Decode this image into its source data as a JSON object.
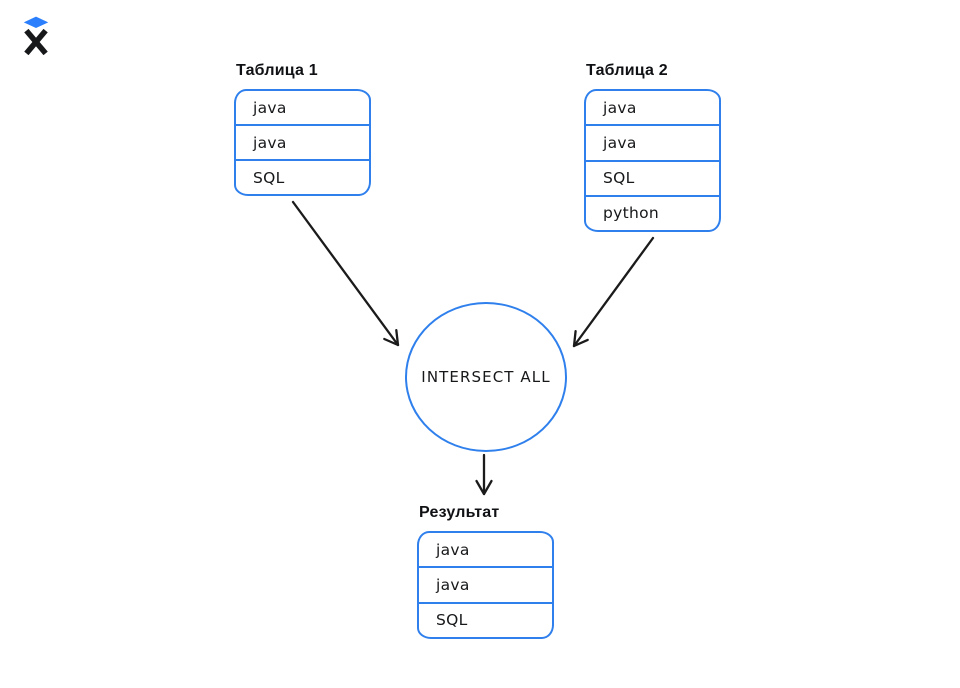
{
  "logo": {
    "letter": "X",
    "diamond_color": "#2b7ffd",
    "x_color": "#17181a"
  },
  "colors": {
    "stroke": "#2f80ed",
    "arrow": "#1b1b1b",
    "title_text": "#101114",
    "row_text": "#17181a",
    "bg": "#ffffff"
  },
  "diagram": {
    "operator": {
      "label": "INTERSECT ALL"
    },
    "tables": [
      {
        "title": "Таблица 1",
        "rows": [
          "java",
          "java",
          "SQL"
        ]
      },
      {
        "title": "Таблица 2",
        "rows": [
          "java",
          "java",
          "SQL",
          "python"
        ]
      },
      {
        "title": "Результат",
        "rows": [
          "java",
          "java",
          "SQL"
        ]
      }
    ]
  }
}
